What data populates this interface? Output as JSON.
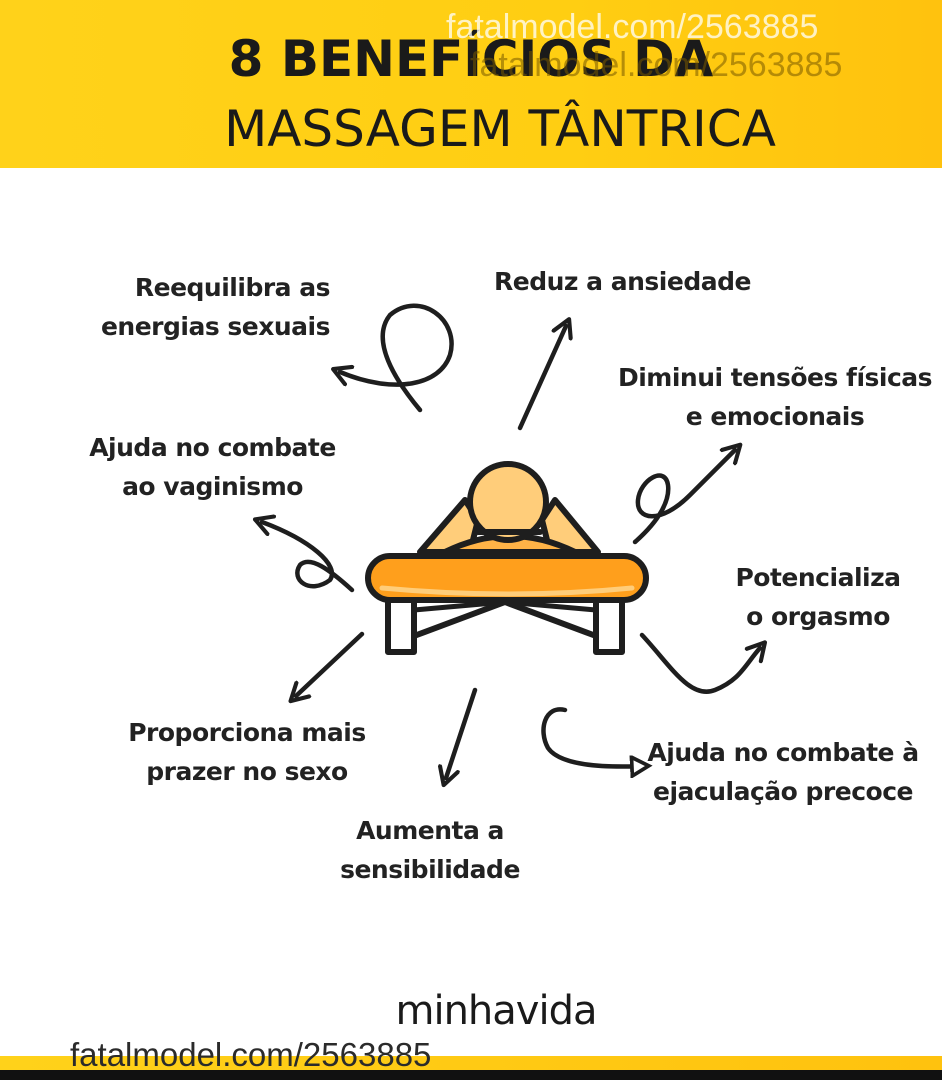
{
  "header": {
    "title_line1": "8 BENEFÍCIOS DA",
    "title_line2": "MASSAGEM TÂNTRICA"
  },
  "watermark": {
    "text": "fatalmodel.com/2563885"
  },
  "benefits": [
    {
      "line1": "Reequilibra as",
      "line2": "energias sexuais"
    },
    {
      "line1": "Reduz a ansiedade",
      "line2": ""
    },
    {
      "line1": "Diminui tensões físicas",
      "line2": "e emocionais"
    },
    {
      "line1": "Ajuda no combate",
      "line2": "ao vaginismo"
    },
    {
      "line1": "Potencializa",
      "line2": "o orgasmo"
    },
    {
      "line1": "Proporciona mais",
      "line2": "prazer no sexo"
    },
    {
      "line1": "Ajuda no combate à",
      "line2": "ejaculação precoce"
    },
    {
      "line1": "Aumenta a",
      "line2": "sensibilidade"
    }
  ],
  "brand": {
    "name": "minhavida"
  },
  "colors": {
    "header_yellow": "#ffd21a",
    "table_orange": "#ff9f1c",
    "skin": "#ffcd7a",
    "outline": "#1e1e1e"
  },
  "icons": {
    "central": "massage-table-person-icon",
    "arrows": "curly-arrow-icon"
  }
}
